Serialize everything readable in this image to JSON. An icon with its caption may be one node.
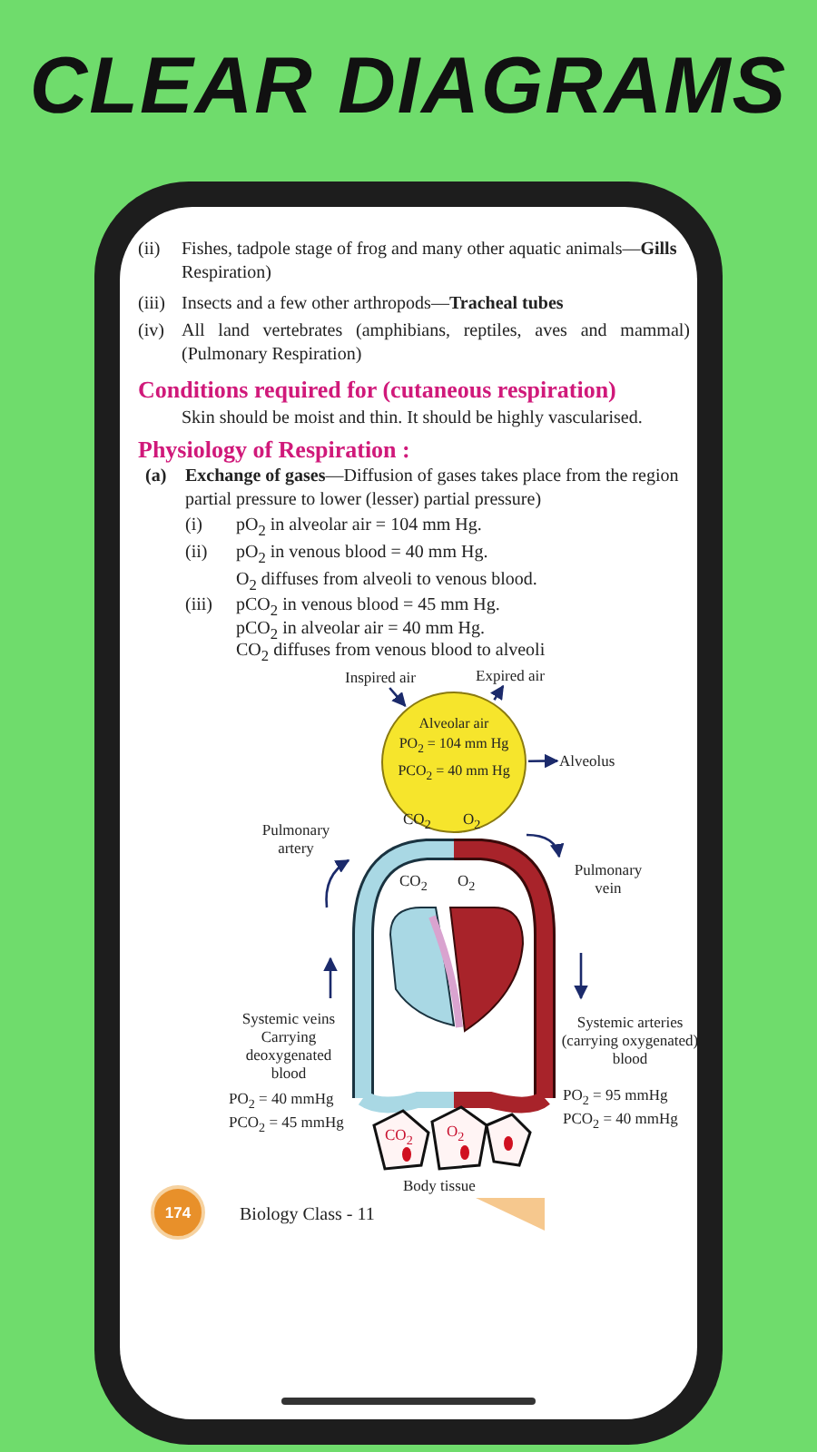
{
  "diagram": {
    "title": "CLEAR DIAGRAMS",
    "nodes": [
      {
        "text": [
          "Inspired air"
        ]
      },
      {
        "text": [
          "Expired air"
        ]
      },
      {
        "text": [
          "Alveolar air",
          "PO$_{2}$ = 104 mm Hg",
          "PCO$_{2}$ = 40 mm Hg"
        ]
      },
      {
        "text": [
          "Alveolus"
        ]
      }
    ],
    "edges": [
      {
        "from": 0,
        "to": 2,
        "arrow": "to"
      },
      {
        "from": 2,
        "to": 1,
        "arrow": "to"
      },
      {
        "from": 2,
        "to": 3,
        "arrow": "to"
      }
    ],
    "labels": [
      "(ii)",
      "Fishes, tadpole stage of frog and many other aquatic animals—**Gills** Respiration)",
      "(iii)",
      "Insects and a few other arthropods—**Tracheal tubes**",
      "(iv)",
      "All land vertebrates (amphibians, reptiles, aves and mammal) (Pulmonary Respiration)",
      "Conditions required for (cutaneous respiration)",
      "Skin should be moist and thin. It should be highly vascularised.",
      "Physiology of Respiration :",
      "(a)",
      "**Exchange of gases**—Diffusion of gases takes place from the region partial pressure to lower (lesser) partial pressure)",
      "(i)",
      "pO$_{2}$ in alveolar air = 104 mm Hg.",
      "(ii)",
      "pO$_{2}$ in venous blood = 40 mm Hg.",
      "O$_{2}$ diffuses from alveoli to venous blood.",
      "(iii)",
      "pCO$_{2}$ in venous blood = 45 mm Hg.",
      "pCO$_{2}$ in alveolar air = 40 mm Hg.",
      "CO$_{2}$ diffuses from venous blood to alveoli",
      "CO$_{2}$",
      "O$_{2}$",
      "Pulmonary artery",
      "CO$_{2}$",
      "O$_{2}$",
      "Pulmonary vein",
      "Systemic veins Carrying deoxygenated blood",
      "Systemic arteries (carrying oxygenated) blood",
      "PO$_{2}$ = 40 mmHg",
      "PCO$_{2}$ = 45 mmHg",
      "PO$_{2}$ = 95 mmHg",
      "PCO$_{2}$ = 40 mmHg",
      "CO$_{2}$",
      "O$_{2}$",
      "Body tissue",
      "174",
      "Biology Class - 11"
    ]
  }
}
